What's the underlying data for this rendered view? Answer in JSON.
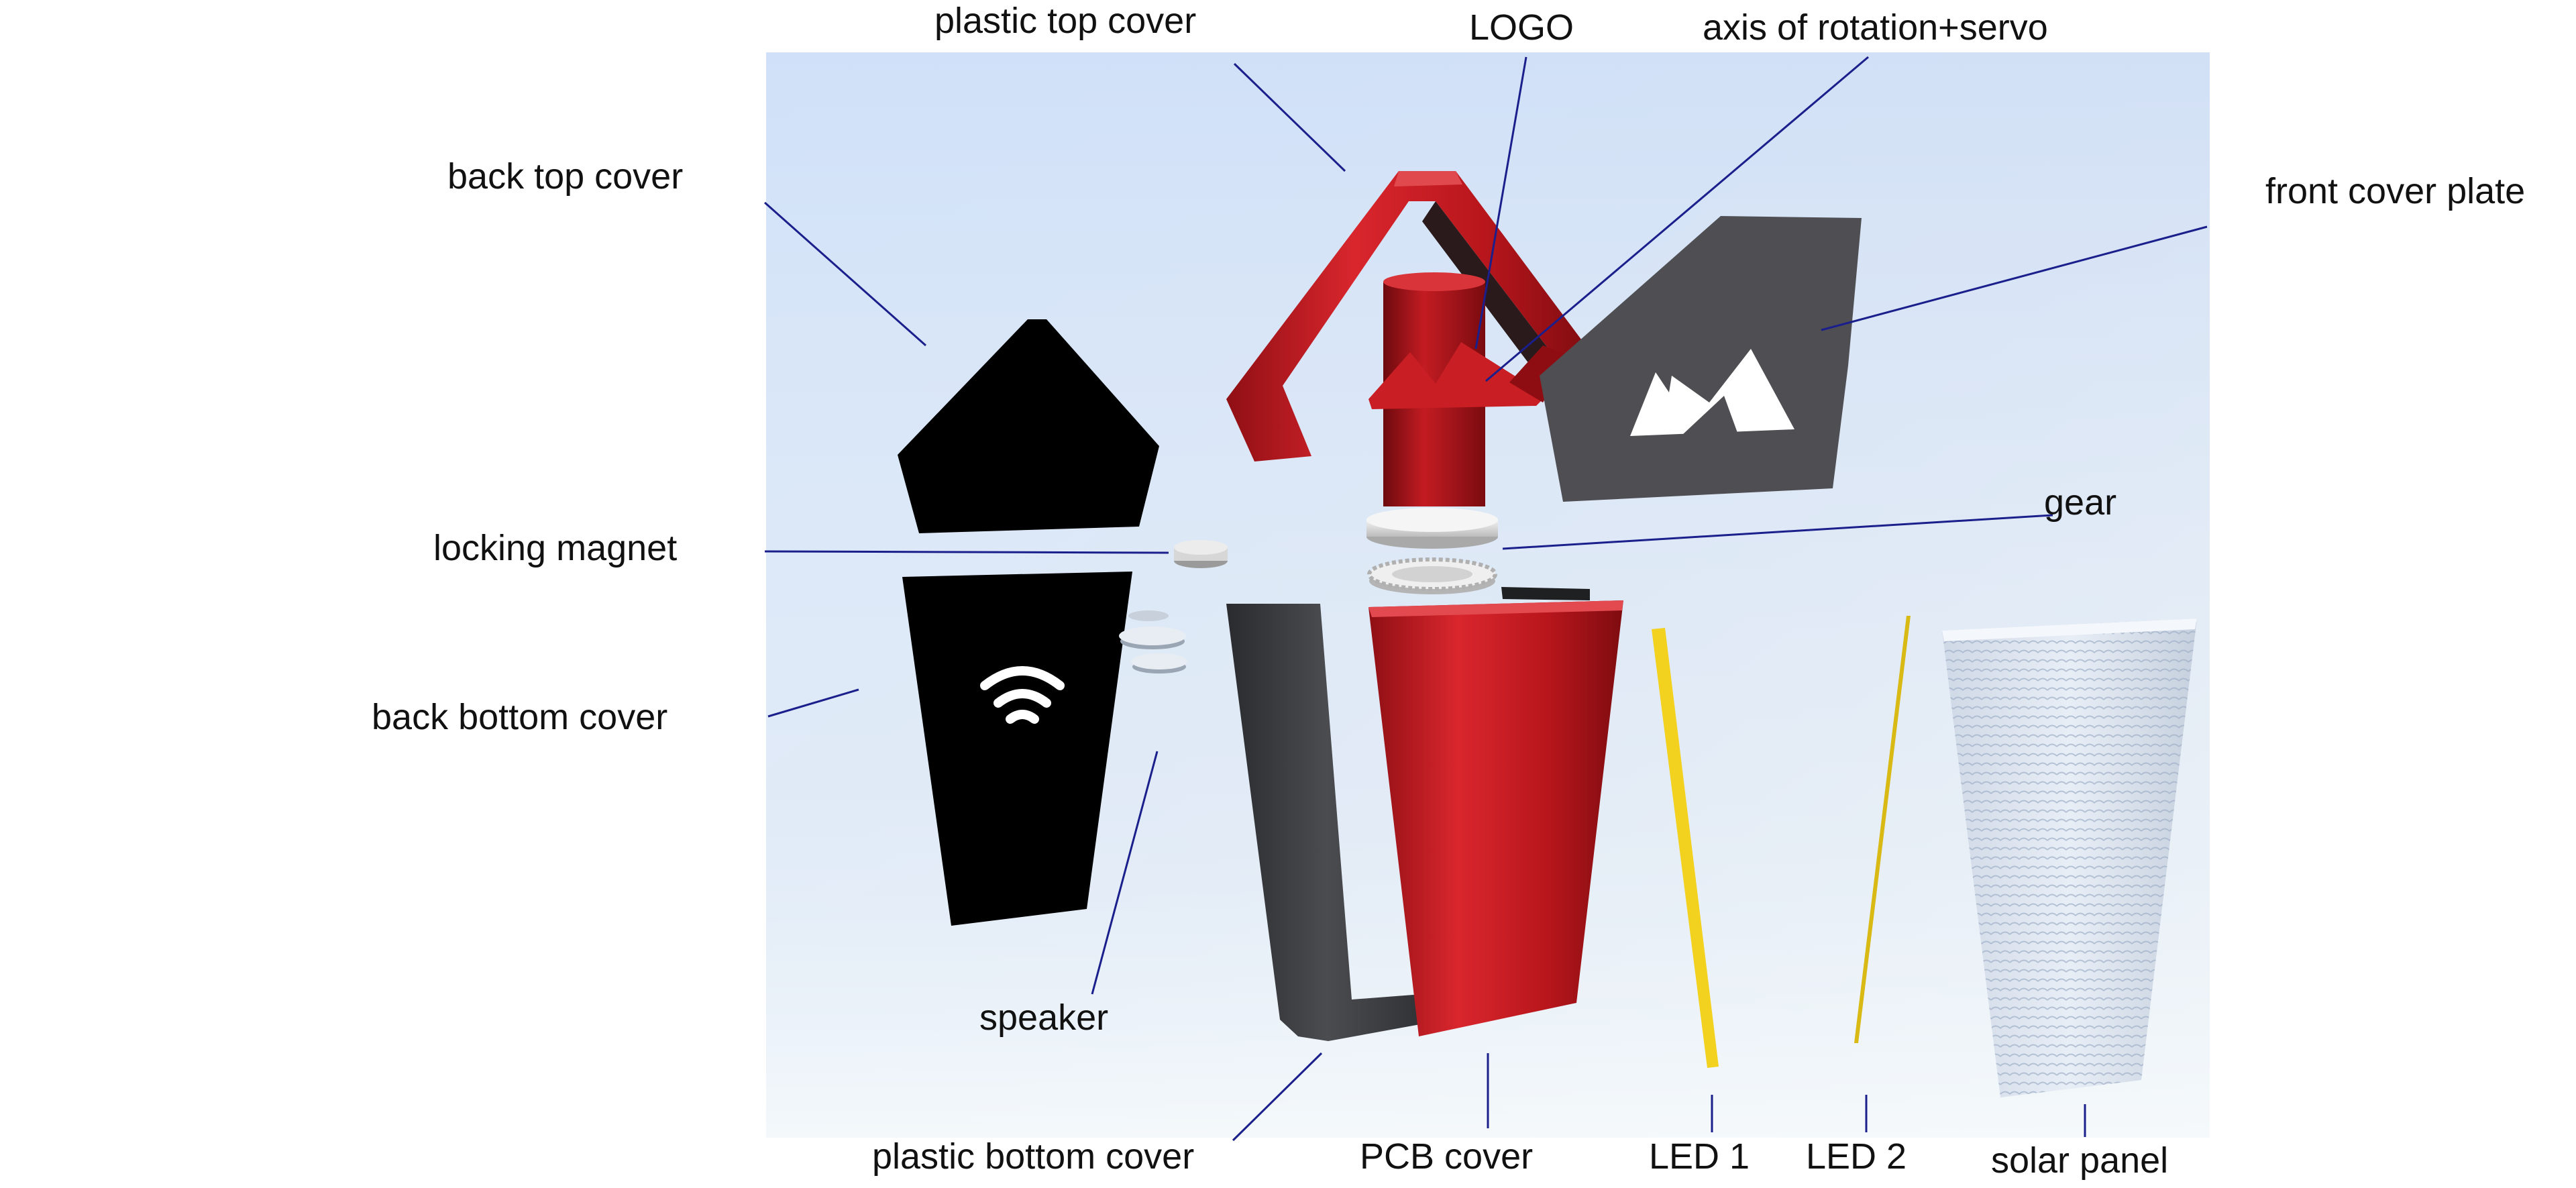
{
  "colors": {
    "leader_line": "#1a1f8c",
    "red_plastic": "#c81e24",
    "dark_gray": "#4f4f53",
    "black_part": "#000000",
    "led_yellow": "#f2d21e",
    "background_top": "#cfe0f5",
    "background_bottom": "#f4f8fb"
  },
  "labels": {
    "plastic_top_cover": "plastic top cover",
    "logo": "LOGO",
    "axis_servo": "axis of rotation+servo",
    "back_top_cover": "back top cover",
    "front_cover_plate": "front cover plate",
    "gear": "gear",
    "locking_magnet": "locking magnet",
    "back_bottom_cover": "back bottom cover",
    "speaker": "speaker",
    "plastic_bottom_cover": "plastic  bottom cover",
    "pcb_cover": "PCB cover",
    "led1": "LED 1",
    "led2": "LED 2",
    "solar_panel": "solar panel"
  },
  "icons": {
    "wifi": "wifi-icon",
    "mountain_logo": "mountain-logo-icon"
  }
}
